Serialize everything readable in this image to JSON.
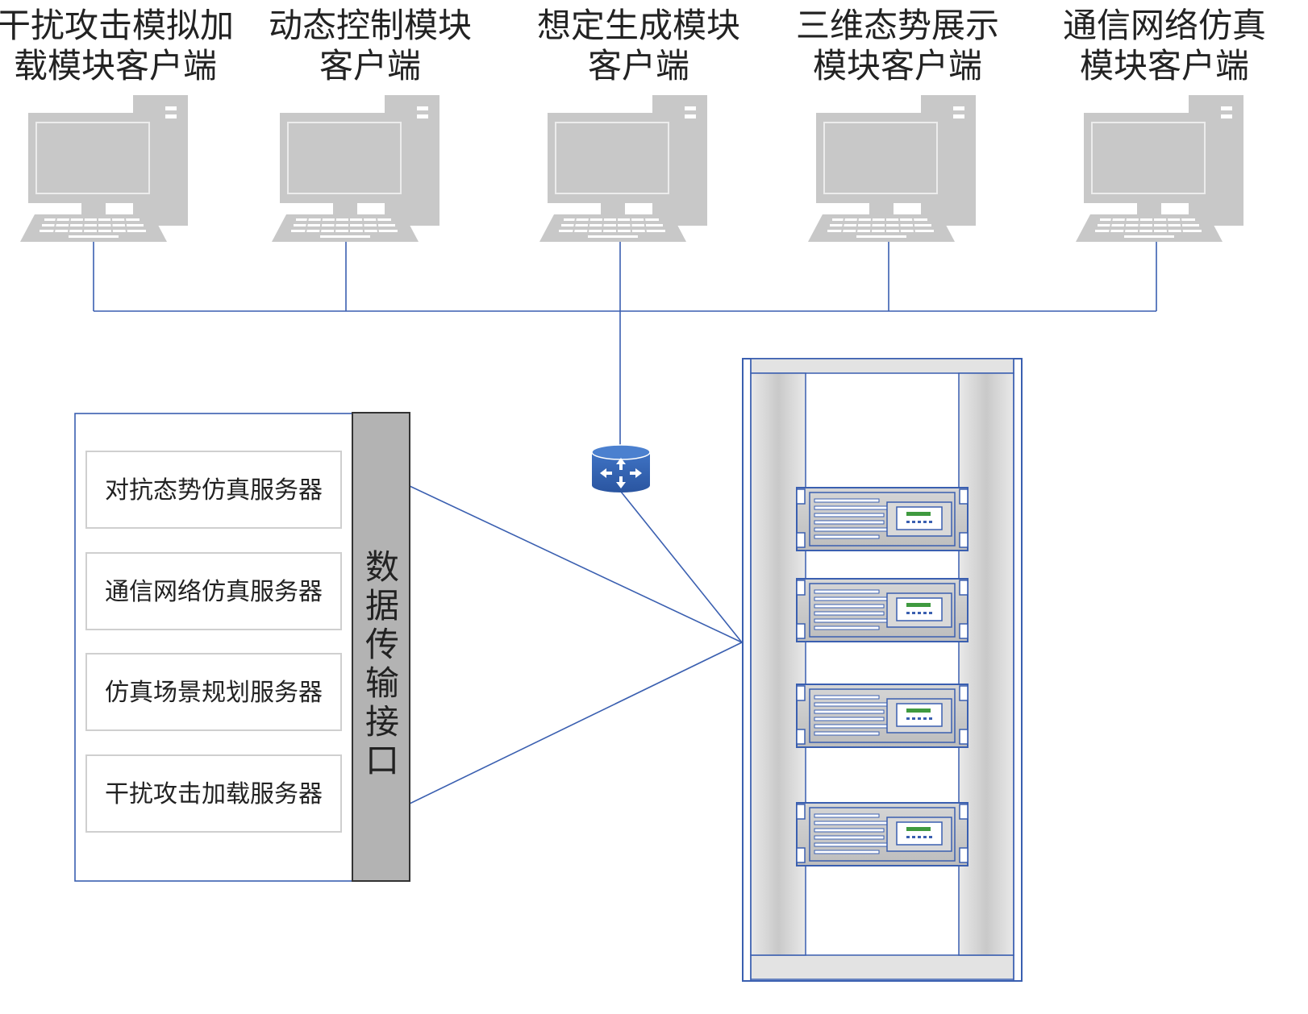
{
  "clients": [
    {
      "line1": "干扰攻击模拟加",
      "line2": "载模块客户端"
    },
    {
      "line1": "动态控制模块",
      "line2": "客户端"
    },
    {
      "line1": "想定生成模块",
      "line2": "客户端"
    },
    {
      "line1": "三维态势展示",
      "line2": "模块客户端"
    },
    {
      "line1": "通信网络仿真",
      "line2": "模块客户端"
    }
  ],
  "servers": [
    {
      "label": "对抗态势仿真服务器"
    },
    {
      "label": "通信网络仿真服务器"
    },
    {
      "label": "仿真场景规划服务器"
    },
    {
      "label": "干扰攻击加载服务器"
    }
  ],
  "interface": {
    "chars": [
      "数",
      "据",
      "传",
      "输",
      "接",
      "口"
    ]
  },
  "colors": {
    "line": "#3a5fb0",
    "computer": "#c8c8c8",
    "screen_border": "#e6e6e6",
    "interface_fill": "#b3b3b3",
    "router": "#3465b4",
    "rack_frame": "#3a5fb0",
    "server_unit": "#c9c9c9",
    "server_display": "#3f9a3f"
  },
  "icons": {
    "computer": "desktop-computer-icon",
    "router": "router-icon",
    "rack": "server-rack-icon"
  }
}
